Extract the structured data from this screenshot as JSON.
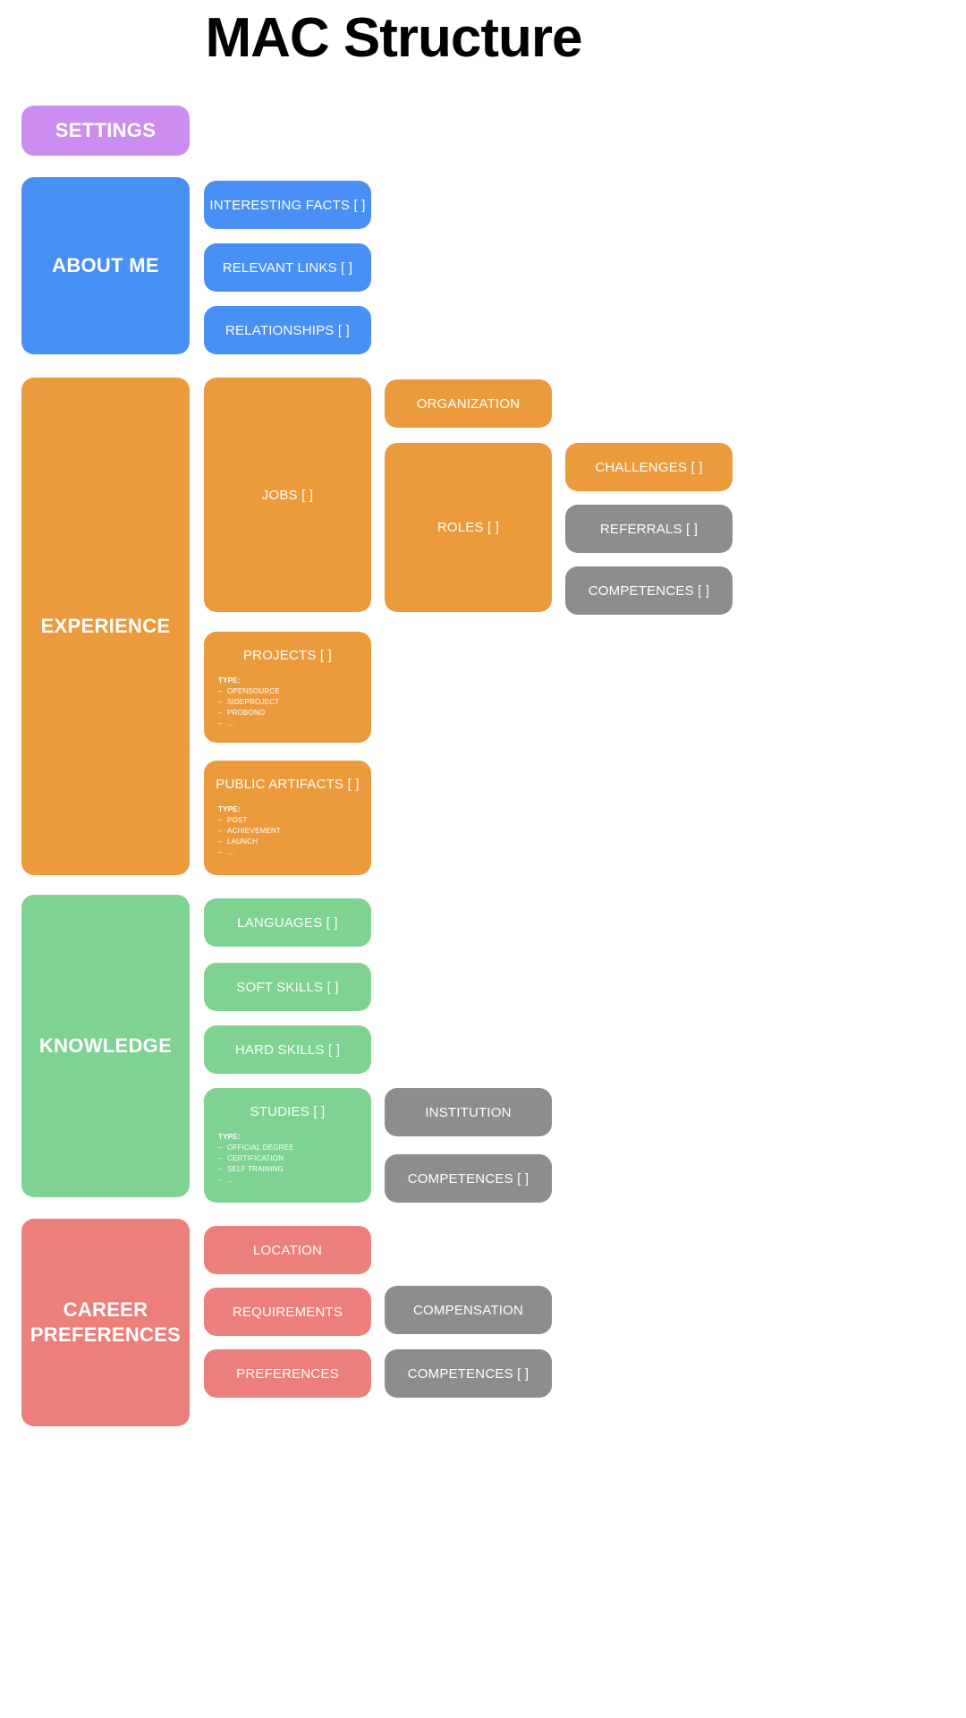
{
  "page": {
    "title": "MAC Structure",
    "colors": {
      "settings": "#cb8ef0",
      "about_me": "#4890f5",
      "experience": "#ec9b3c",
      "knowledge": "#7ed292",
      "career_preferences": "#ec7f7b",
      "secondary": "#8d8d8d",
      "background": "#ffffff",
      "text": "#ffffff",
      "title_text": "#000000"
    }
  },
  "sections": {
    "settings": {
      "label": "SETTINGS"
    },
    "about_me": {
      "label": "ABOUT ME",
      "children": [
        {
          "label": "INTERESTING FACTS [ ]"
        },
        {
          "label": "RELEVANT LINKS [ ]"
        },
        {
          "label": "RELATIONSHIPS [ ]"
        }
      ]
    },
    "experience": {
      "label": "EXPERIENCE",
      "jobs": {
        "label": "JOBS [ ]"
      },
      "organization": {
        "label": "ORGANIZATION"
      },
      "roles": {
        "label": "ROLES [ ]"
      },
      "challenges": {
        "label": "CHALLENGES [ ]"
      },
      "referrals": {
        "label": "REFERRALS [ ]"
      },
      "competences": {
        "label": "COMPETENCES [ ]"
      },
      "projects": {
        "label": "PROJECTS [ ]",
        "type_heading": "TYPE:",
        "types": [
          "OPENSOURCE",
          "SIDEPROJECT",
          "PROBONO",
          "..."
        ]
      },
      "public_artifacts": {
        "label": "PUBLIC ARTIFACTS [ ]",
        "type_heading": "TYPE:",
        "types": [
          "POST",
          "ACHIEVEMENT",
          "LAUNCH",
          "..."
        ]
      }
    },
    "knowledge": {
      "label": "KNOWLEDGE",
      "languages": {
        "label": "LANGUAGES [ ]"
      },
      "soft_skills": {
        "label": "SOFT SKILLS [ ]"
      },
      "hard_skills": {
        "label": "HARD SKILLS [ ]"
      },
      "studies": {
        "label": "STUDIES [ ]",
        "type_heading": "TYPE:",
        "types": [
          "OFFICIAL DEGREE",
          "CERTIFICATION",
          "SELF TRAINING",
          "..."
        ]
      },
      "institution": {
        "label": "INSTITUTION"
      },
      "competences": {
        "label": "COMPETENCES [ ]"
      }
    },
    "career_preferences": {
      "label": "CAREER PREFERENCES",
      "location": {
        "label": "LOCATION"
      },
      "requirements": {
        "label": "REQUIREMENTS"
      },
      "preferences": {
        "label": "PREFERENCES"
      },
      "compensation": {
        "label": "COMPENSATION"
      },
      "competences": {
        "label": "COMPETENCES [ ]"
      }
    }
  }
}
